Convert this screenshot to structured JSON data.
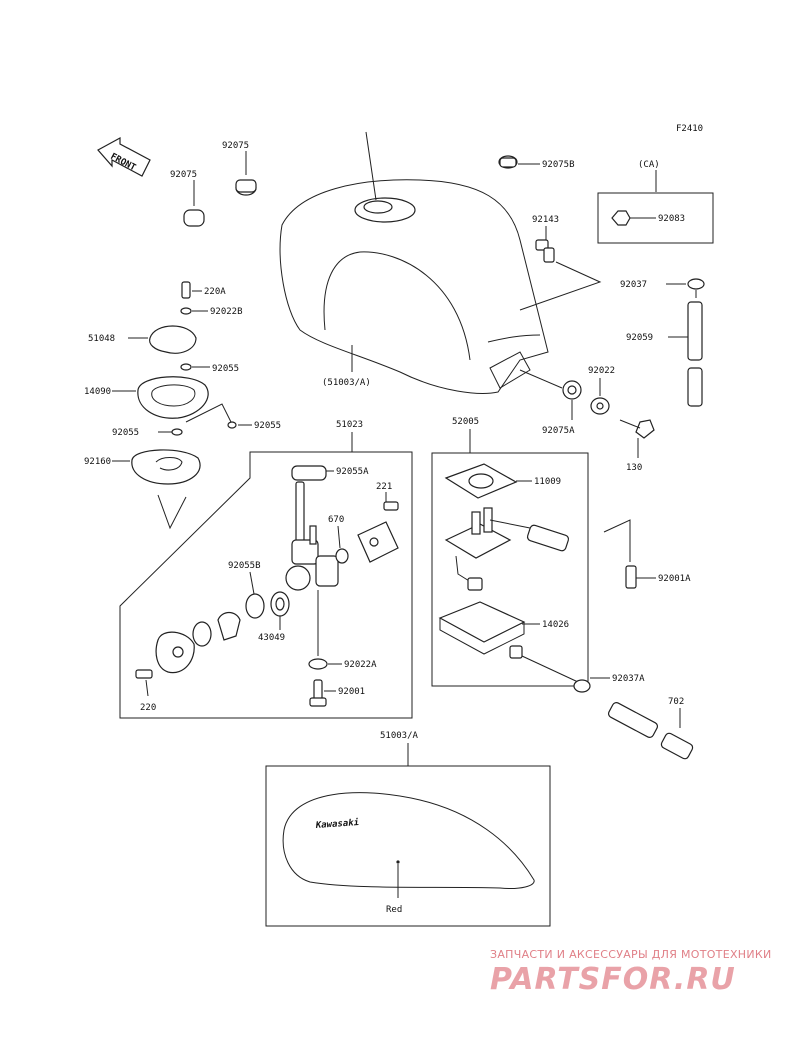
{
  "figure_code": "F2410",
  "front_label": "FRONT",
  "ca_label": "(CA)",
  "brand_text": "Kawasaki",
  "color_note": "Red",
  "labels": {
    "p92075a": "92075",
    "p92075b": "92075",
    "p92075B": "92075B",
    "p92143": "92143",
    "p92083": "92083",
    "p92037": "92037",
    "p92059": "92059",
    "p92022": "92022",
    "p92075A": "92075A",
    "p130": "130",
    "p220A": "220A",
    "p92022B": "92022B",
    "p51048": "51048",
    "p92055a": "92055",
    "p14090": "14090",
    "p92055b": "92055",
    "p92055c": "92055",
    "p92160": "92160",
    "p51003A": "(51003/A)",
    "p51023": "51023",
    "p92055A": "92055A",
    "p221": "221",
    "p670": "670",
    "p92055B": "92055B",
    "p43049": "43049",
    "p220": "220",
    "p92022A": "92022A",
    "p92001": "92001",
    "p52005": "52005",
    "p11009": "11009",
    "p14026": "14026",
    "p92001A": "92001A",
    "p92037A": "92037A",
    "p702": "702",
    "p51003A2": "51003/A"
  },
  "watermark": {
    "tagline": "ЗАПЧАСТИ И АКСЕССУАРЫ ДЛЯ МОТОТЕХНИКИ",
    "logo": "PARTSFOR.RU"
  }
}
